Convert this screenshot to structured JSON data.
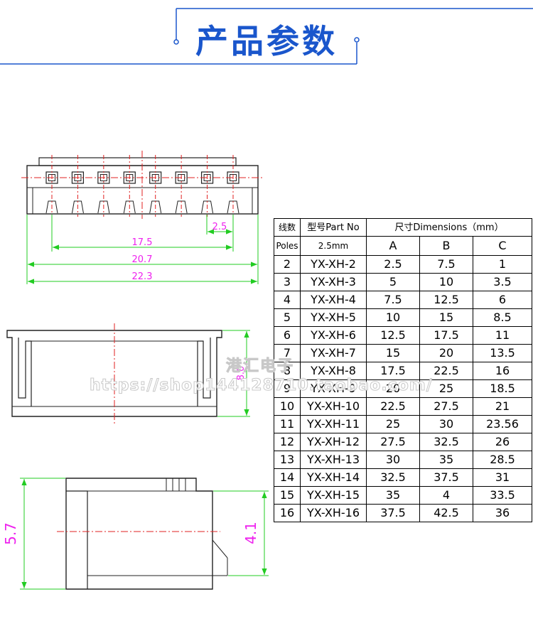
{
  "header": {
    "title": "产品参数"
  },
  "top_view": {
    "pitch": "2.5",
    "dim_a": "17.5",
    "dim_b": "20.7",
    "dim_c": "22.3",
    "pin_count": 8
  },
  "front_view": {
    "height": "8.0"
  },
  "side_view": {
    "total_height": "5.7",
    "body_height": "4.1"
  },
  "table": {
    "col_poles": "线数",
    "col_poles_en": "Poles",
    "col_part": "型号Part No",
    "col_part_sub": "2.5mm",
    "col_dims": "尺寸Dimensions（mm）",
    "col_a": "A",
    "col_b": "B",
    "col_c": "C",
    "rows": [
      [
        "2",
        "YX-XH-2",
        "2.5",
        "7.5",
        "1"
      ],
      [
        "3",
        "YX-XH-3",
        "5",
        "10",
        "3.5"
      ],
      [
        "4",
        "YX-XH-4",
        "7.5",
        "12.5",
        "6"
      ],
      [
        "5",
        "YX-XH-5",
        "10",
        "15",
        "8.5"
      ],
      [
        "6",
        "YX-XH-6",
        "12.5",
        "17.5",
        "11"
      ],
      [
        "7",
        "YX-XH-7",
        "15",
        "20",
        "13.5"
      ],
      [
        "8",
        "YX-XH-8",
        "17.5",
        "22.5",
        "16"
      ],
      [
        "9",
        "YX-XH-9",
        "20",
        "25",
        "18.5"
      ],
      [
        "10",
        "YX-XH-10",
        "22.5",
        "27.5",
        "21"
      ],
      [
        "11",
        "YX-XH-11",
        "25",
        "30",
        "23.56"
      ],
      [
        "12",
        "YX-XH-12",
        "27.5",
        "32.5",
        "26"
      ],
      [
        "13",
        "YX-XH-13",
        "30",
        "35",
        "28.5"
      ],
      [
        "14",
        "YX-XH-14",
        "32.5",
        "37.5",
        "31"
      ],
      [
        "15",
        "YX-XH-15",
        "35",
        "4",
        "33.5"
      ],
      [
        "16",
        "YX-XH-16",
        "37.5",
        "42.5",
        "36"
      ]
    ]
  },
  "watermark": {
    "line1": "港汇电子",
    "line2": "https://shop144128710.taobao.com/"
  }
}
